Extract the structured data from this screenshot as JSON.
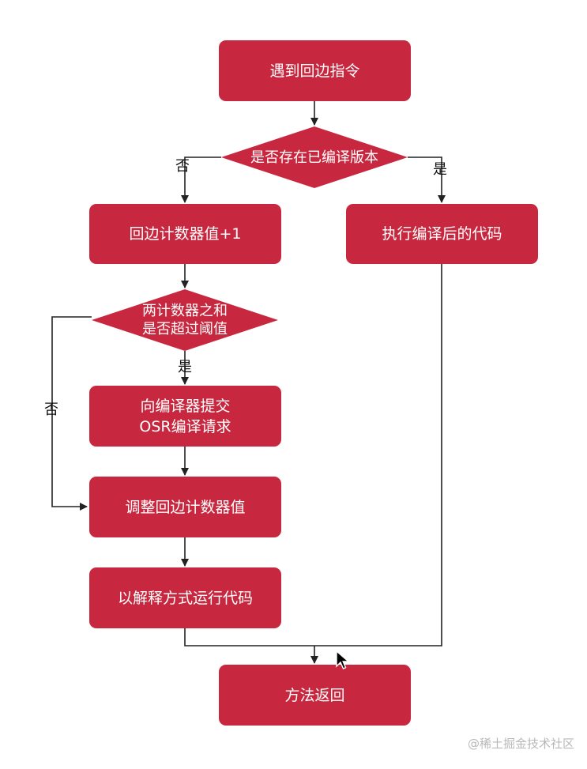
{
  "nodes": {
    "start": "遇到回边指令",
    "check_compiled": "是否存在已编译版本",
    "inc_counter": "回边计数器值+1",
    "exec_compiled": "执行编译后的代码",
    "threshold": "两计数器之和\n是否超过阈值",
    "submit_osr": "向编译器提交\nOSR编译请求",
    "adjust_counter": "调整回边计数器值",
    "interpret": "以解释方式运行代码",
    "return": "方法返回"
  },
  "edges": {
    "no_compiled": "否",
    "yes_compiled": "是",
    "yes_threshold": "是",
    "no_threshold": "否"
  },
  "watermark": "@稀土掘金技术社区",
  "colors": {
    "node_fill": "#c8283f",
    "line": "#222222",
    "text": "#ffffff"
  }
}
